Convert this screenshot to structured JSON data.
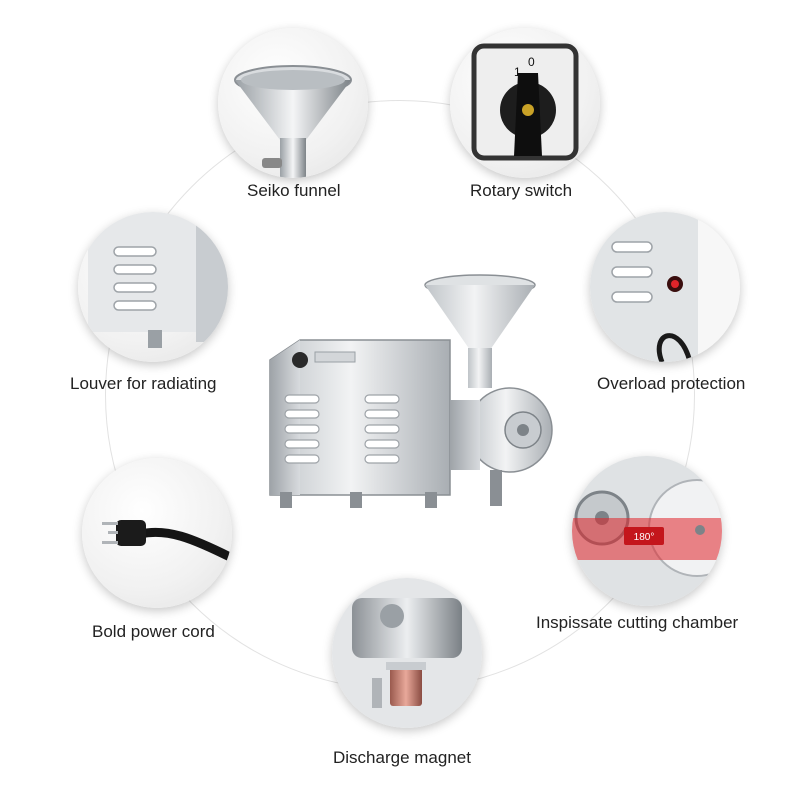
{
  "features": [
    {
      "key": "funnel",
      "label": "Seiko funnel",
      "icon": "funnel-photo"
    },
    {
      "key": "switch",
      "label": "Rotary switch",
      "icon": "rotary-switch-photo"
    },
    {
      "key": "louver",
      "label": "Louver for radiating",
      "icon": "louver-photo"
    },
    {
      "key": "overload",
      "label": "Overload protection",
      "icon": "overload-button-photo"
    },
    {
      "key": "cord",
      "label": "Bold power cord",
      "icon": "power-plug-photo"
    },
    {
      "key": "chamber",
      "label": "Inspissate cutting chamber",
      "icon": "cutting-chamber-photo"
    },
    {
      "key": "magnet",
      "label": "Discharge magnet",
      "icon": "magnet-photo"
    }
  ],
  "switch_marks": {
    "on": "1",
    "off": "0"
  },
  "chamber_angle": "180°",
  "colors": {
    "steel": "#cfd3d6",
    "steel_dark": "#8c9196",
    "accent_red": "#e0242a",
    "ring": "#e2e2e2"
  }
}
